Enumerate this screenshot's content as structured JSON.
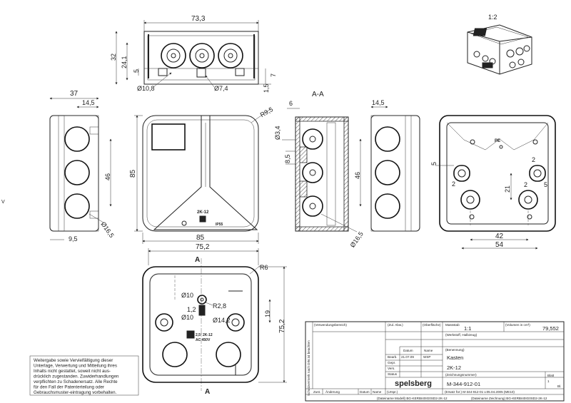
{
  "views": {
    "top": {
      "dims": [
        "73,3",
        "32",
        "24,1",
        "5",
        "Ø10,8",
        "Ø7,4",
        "7",
        "1,5"
      ]
    },
    "scale_note": "1:2",
    "left": {
      "dims": [
        "37",
        "14,5",
        "46",
        "Ø16,5",
        "9,5"
      ]
    },
    "front": {
      "dims": [
        "R9,5",
        "85",
        "85"
      ],
      "labels": {
        "model": "2K-12",
        "ip": "IP55"
      }
    },
    "section": {
      "title": "A-A",
      "dims": [
        "6",
        "Ø3,4",
        "8,5",
        "Ø16,5"
      ]
    },
    "right": {
      "dims": [
        "14,5",
        "46"
      ]
    },
    "inner": {
      "dims": [
        "5",
        "2",
        "2",
        "21",
        "5",
        "2",
        "42",
        "54"
      ],
      "labels": {
        "pe": "PE"
      }
    },
    "bottom": {
      "dims": [
        "75,2",
        "R6",
        "Ø10",
        "R2,8",
        "1,2",
        "Ø10",
        "Ø14,2",
        "19",
        "75,2"
      ],
      "marks": [
        "A",
        "A"
      ],
      "labels": {
        "rating": "2,5² 2K-12",
        "volt": "AC 450V"
      }
    }
  },
  "side_texts": {
    "left_edge": "V",
    "vertical": "Schutzvermerk nach DIN 34 beachten"
  },
  "notice": {
    "lines": [
      "Weitergabe sowie Vervielfältigung dieser",
      "Unterlage, Verwertung und Mitteilung ihres",
      "Inhalts nicht gestattet, soweit nicht aus-",
      "drücklich zugestanden. Zuwiderhandlungen",
      "verpflichten zu Schadenersatz. Alle Rechte",
      "für den Fall der Patenterteilung oder",
      "Gebrauchsmuster-eintragung vorbehalten."
    ]
  },
  "title_block": {
    "verwendungsbereich": "(Verwendungsbereich)",
    "zul_abw": "(Zul. Abw.)",
    "oberflaeche": "(Oberfläche)",
    "massstab_label": "Massstab",
    "massstab": "1:1",
    "volumen_label": "(Volumen in cm³)",
    "volumen": "79,552",
    "werkstoff_label": "(Werkstoff, Halbzeug)",
    "benennung_label": "(Benennung)",
    "benennung1": "Kasten",
    "benennung2": "2K-12",
    "datum_label": "Datum",
    "name_label": "Name",
    "rows": [
      "Bearb.",
      "Gepr.",
      "Vers.",
      "Status"
    ],
    "bearb_datum": "21.07.09",
    "bearb_name": "WSP",
    "brand": "spelsberg",
    "zeichnungsnummer_label": "(Zeichnungsnummer)",
    "drawing_number": "M-344-912-01",
    "blatt_label": "Blatt",
    "blatt": "1",
    "bl_label": "Bl.",
    "bottom_row": [
      "Zust.",
      "Änderung",
      "Datum",
      "Name",
      "(Urspr.)"
    ],
    "ersatz": "(Ersatz für:) M-344-912-01 v.05.04.2005 (ME10)",
    "dateiname_modell": "(Dateiname Modell) BG-KERBI40IG0SD2-2K-12",
    "dateiname_zeichnung": "(Dateiname Zeichnung) BG-KERBI40IG0SD2-2K-12"
  }
}
